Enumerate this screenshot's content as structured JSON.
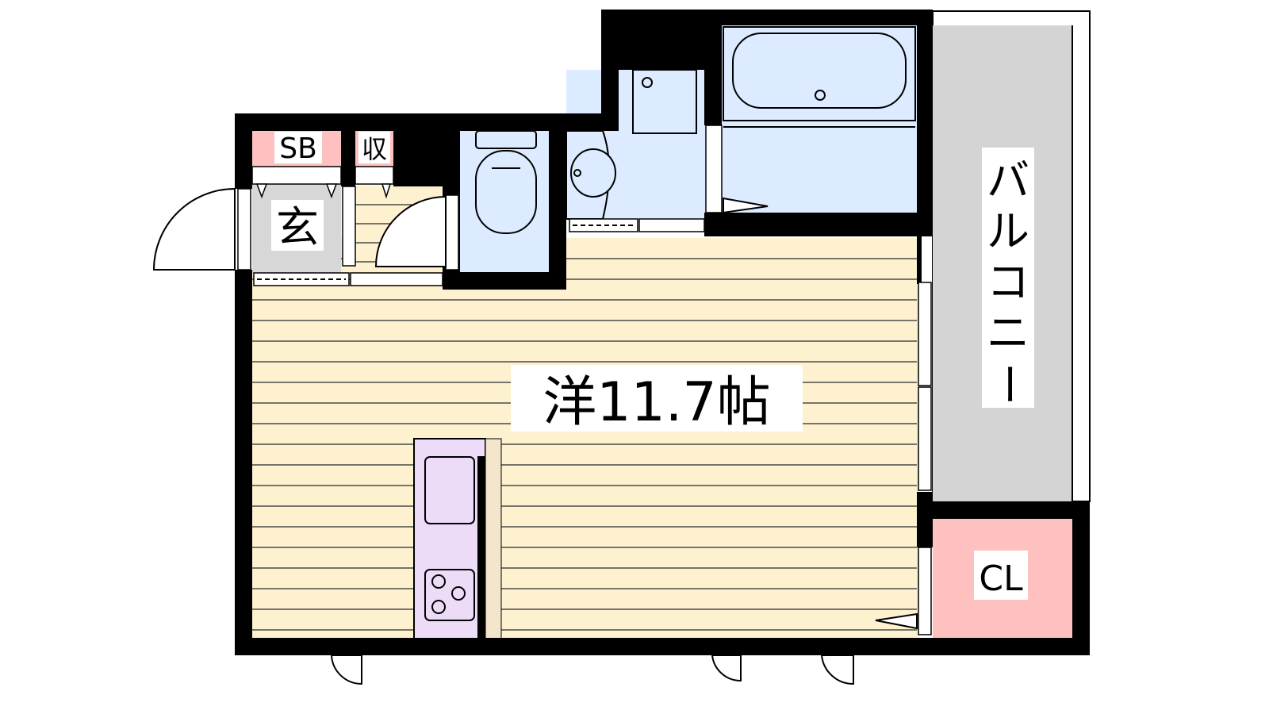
{
  "rooms": {
    "western_room": "洋11.7帖",
    "entrance": "玄",
    "shoe_box": "SB",
    "storage": "収",
    "balcony": [
      "バ",
      "ル",
      "コ",
      "ニ",
      "ー"
    ],
    "closet": "CL"
  },
  "colors": {
    "wall": "#000000",
    "floor_wood": "#fdf1cf",
    "floor_line": "#4a4a4a",
    "wet_area": "#dcebff",
    "entrance_floor": "#d7d7d7",
    "balcony": "#d4d4d4",
    "closet": "#ffc0c0",
    "shoebox": "#ffc0c0",
    "kitchen": "#ecdcf7"
  }
}
